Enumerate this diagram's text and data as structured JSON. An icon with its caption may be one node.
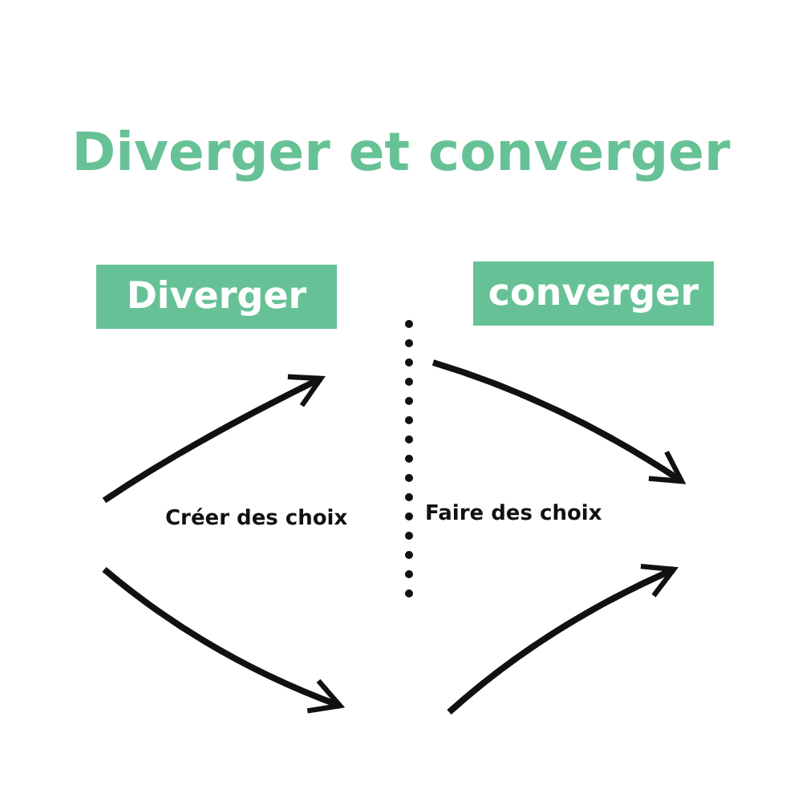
{
  "diagram": {
    "title": "Diverger et converger",
    "nodes": [
      {
        "text": [
          "Diverger"
        ]
      },
      {
        "text": [
          "converger"
        ]
      }
    ],
    "labels": [
      "Créer des choix",
      "Faire des choix"
    ]
  }
}
